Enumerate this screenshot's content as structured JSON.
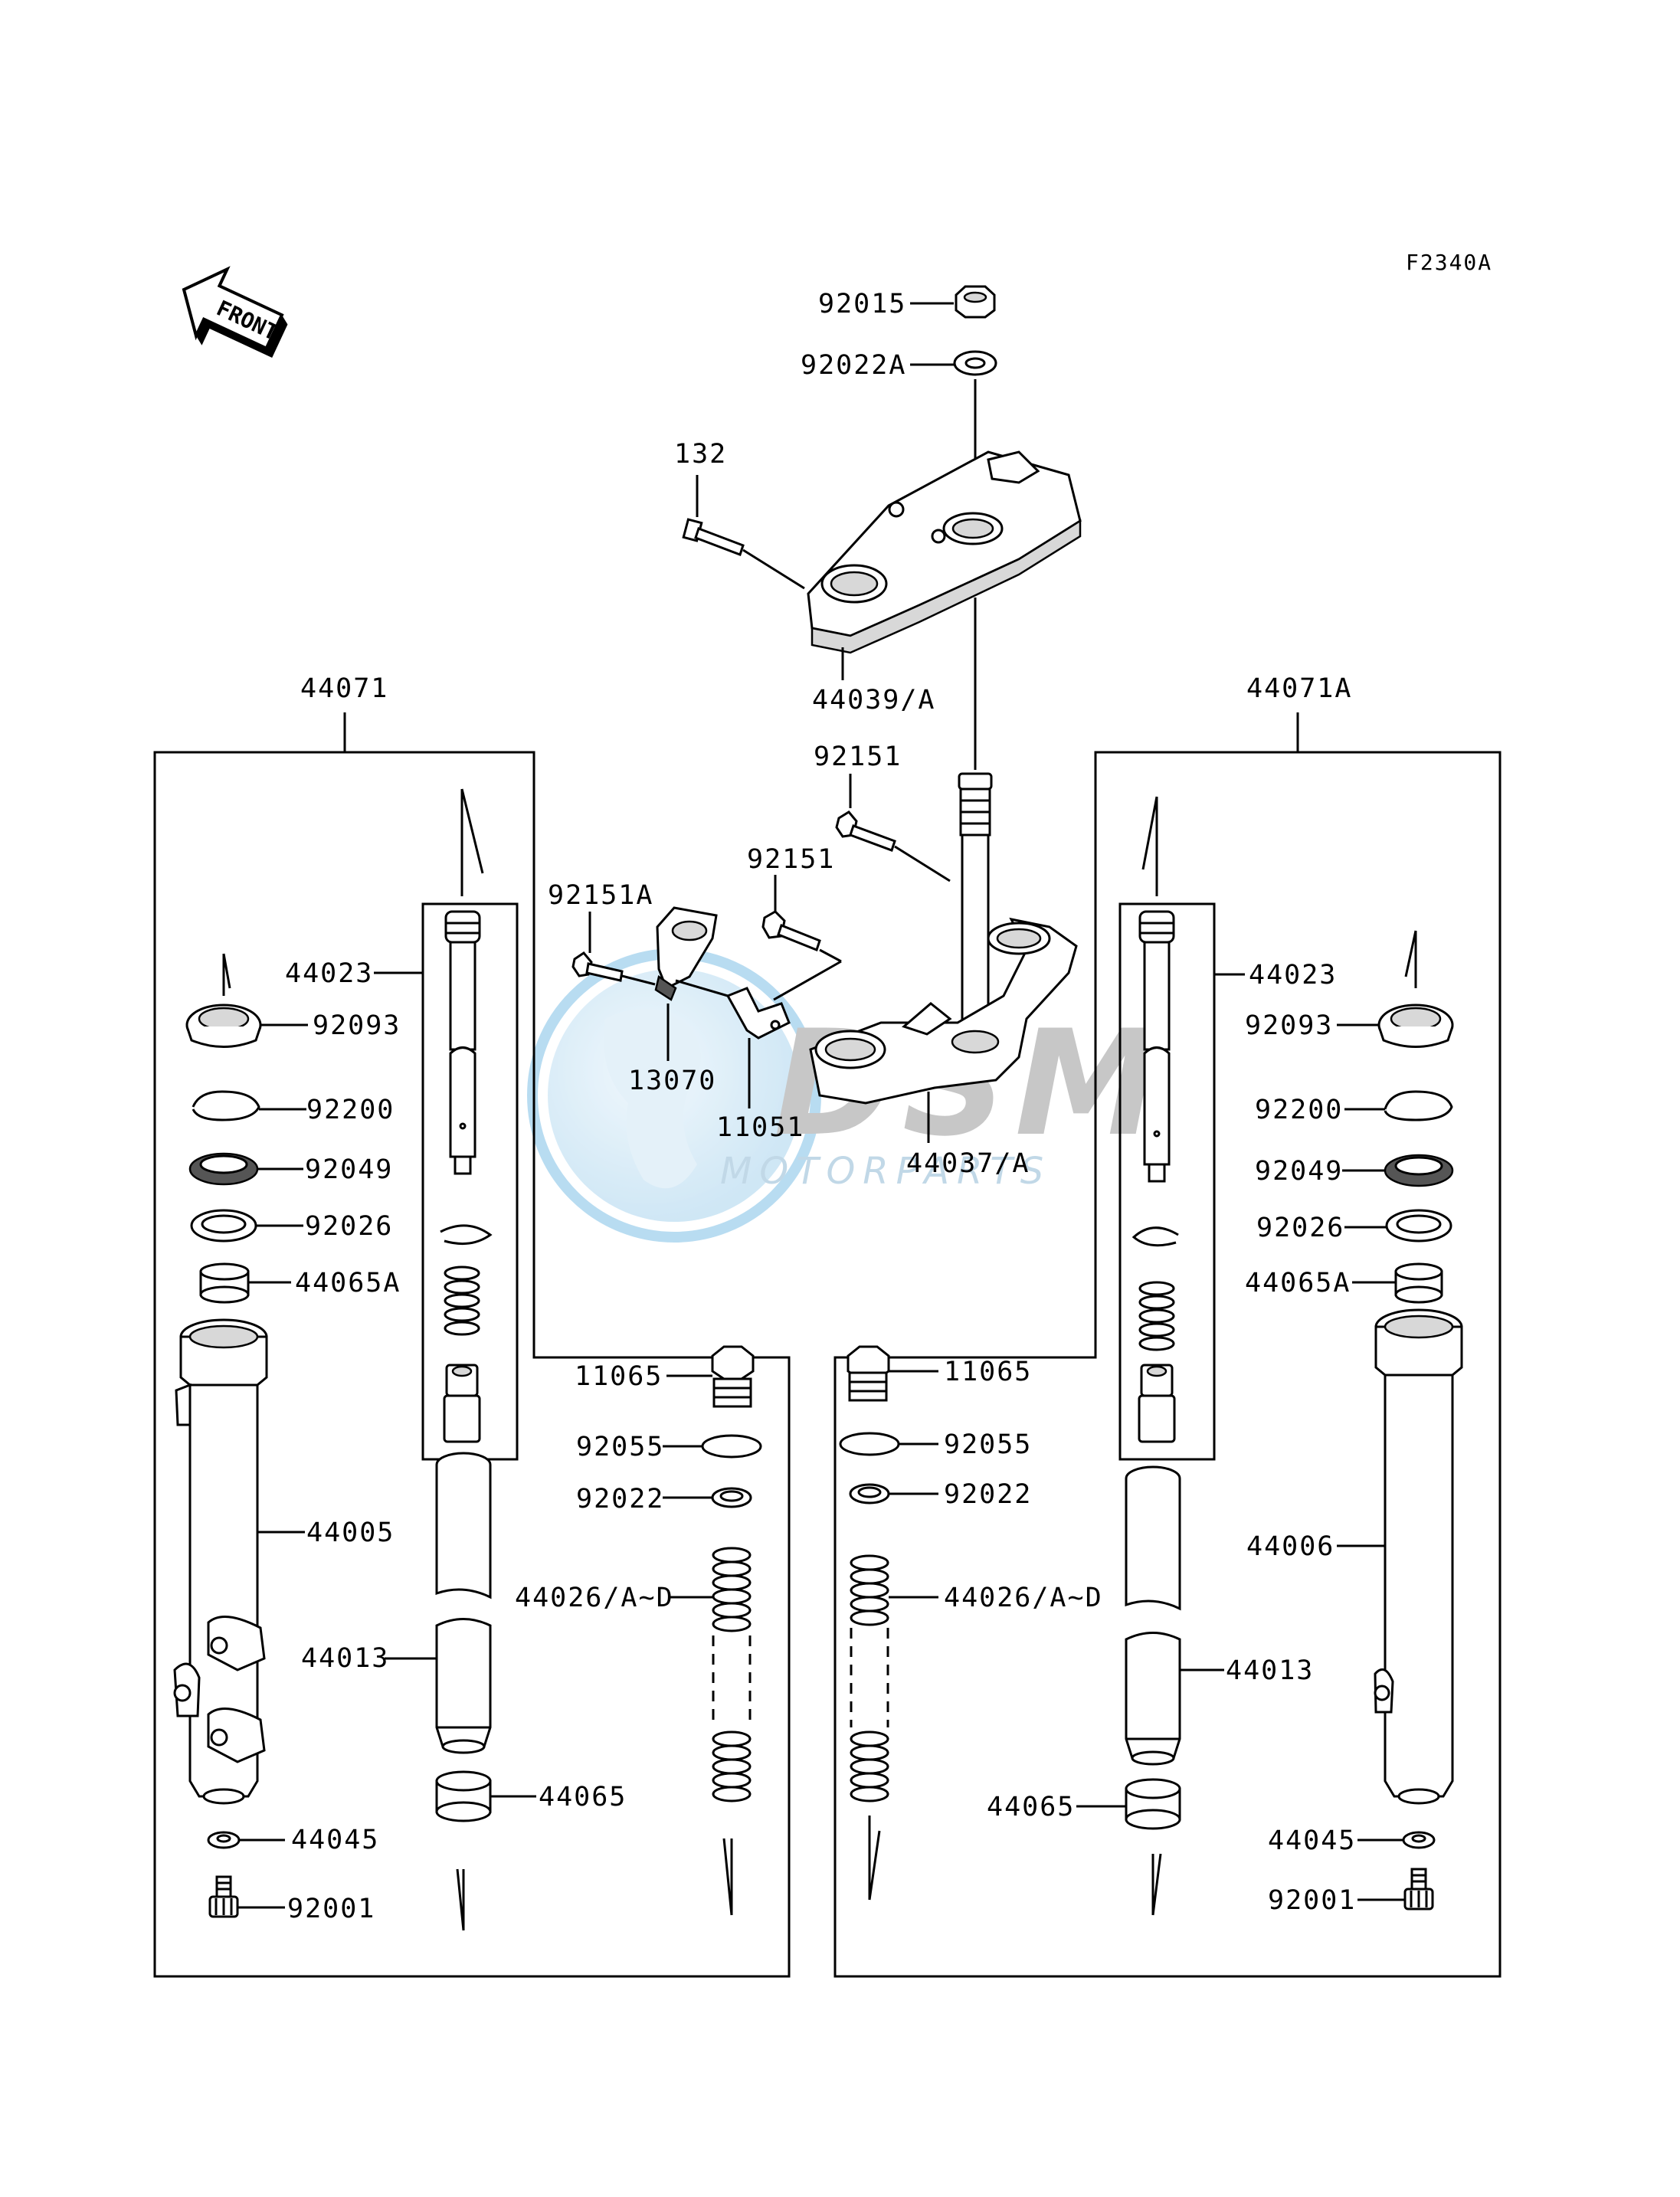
{
  "diagram": {
    "code": "F2340A",
    "front_label": "FRONT",
    "watermark": {
      "logo": "DSM",
      "text": "MOTORPARTS"
    },
    "labels": {
      "p92015": "92015",
      "p92022A": "92022A",
      "p132": "132",
      "p44039A": "44039/A",
      "p44071": "44071",
      "p44071A": "44071A",
      "p92151_top": "92151",
      "p92151_mid": "92151",
      "p92151A": "92151A",
      "p13070": "13070",
      "p11051": "11051",
      "p44037A": "44037/A",
      "L44023": "44023",
      "L92093": "92093",
      "L92200": "92200",
      "L92049": "92049",
      "L92026": "92026",
      "L44065A": "44065A",
      "L44005": "44005",
      "L44013": "44013",
      "L44045": "44045",
      "L92001": "92001",
      "L44065": "44065",
      "L11065": "11065",
      "L92055": "92055",
      "L92022": "92022",
      "L44026": "44026/A~D",
      "R44023": "44023",
      "R92093": "92093",
      "R92200": "92200",
      "R92049": "92049",
      "R92026": "92026",
      "R44065A": "44065A",
      "R44006": "44006",
      "R44013": "44013",
      "R44045": "44045",
      "R92001": "92001",
      "R44065": "44065",
      "R11065": "11065",
      "R92055": "92055",
      "R92022": "92022",
      "R44026": "44026/A~D"
    }
  }
}
